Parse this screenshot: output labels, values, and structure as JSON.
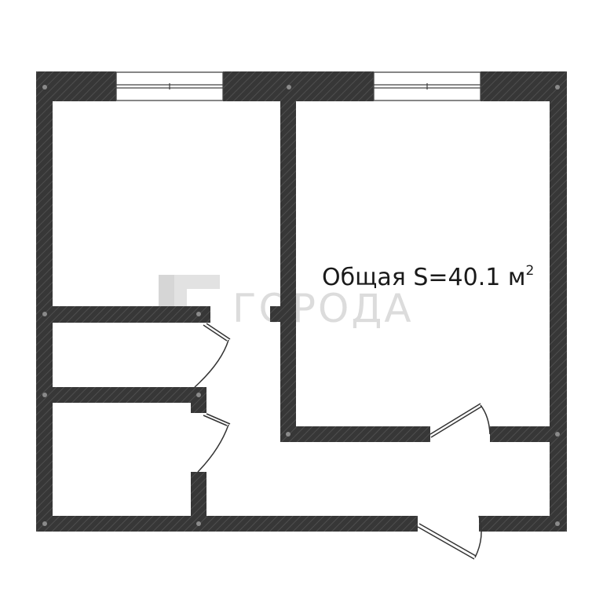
{
  "floorplan": {
    "area_label": "Общая S=40.1 м",
    "area_superscript": "2",
    "watermark": "ГОРОДА",
    "colors": {
      "wall": "#373737",
      "wall_hatch": "#4e4e4e",
      "window_frame": "#444444",
      "door_line": "#333333",
      "watermark": "#dcdcdc",
      "background": "#ffffff"
    }
  }
}
